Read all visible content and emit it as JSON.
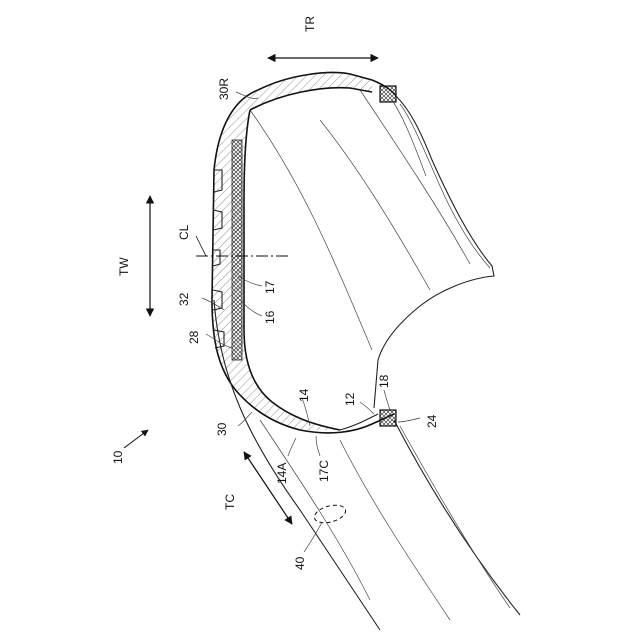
{
  "labels": {
    "tr": "TR",
    "r30": "30R",
    "cl": "CL",
    "tw": "TW",
    "n17": "17",
    "n16": "16",
    "n32": "32",
    "n28": "28",
    "n10": "10",
    "n30": "30",
    "n14": "14",
    "n14a": "14A",
    "n12": "12",
    "n18": "18",
    "n24": "24",
    "n17c": "17C",
    "tc": "TC",
    "n40": "40"
  },
  "colors": {
    "line": "#222222",
    "background": "#ffffff"
  }
}
